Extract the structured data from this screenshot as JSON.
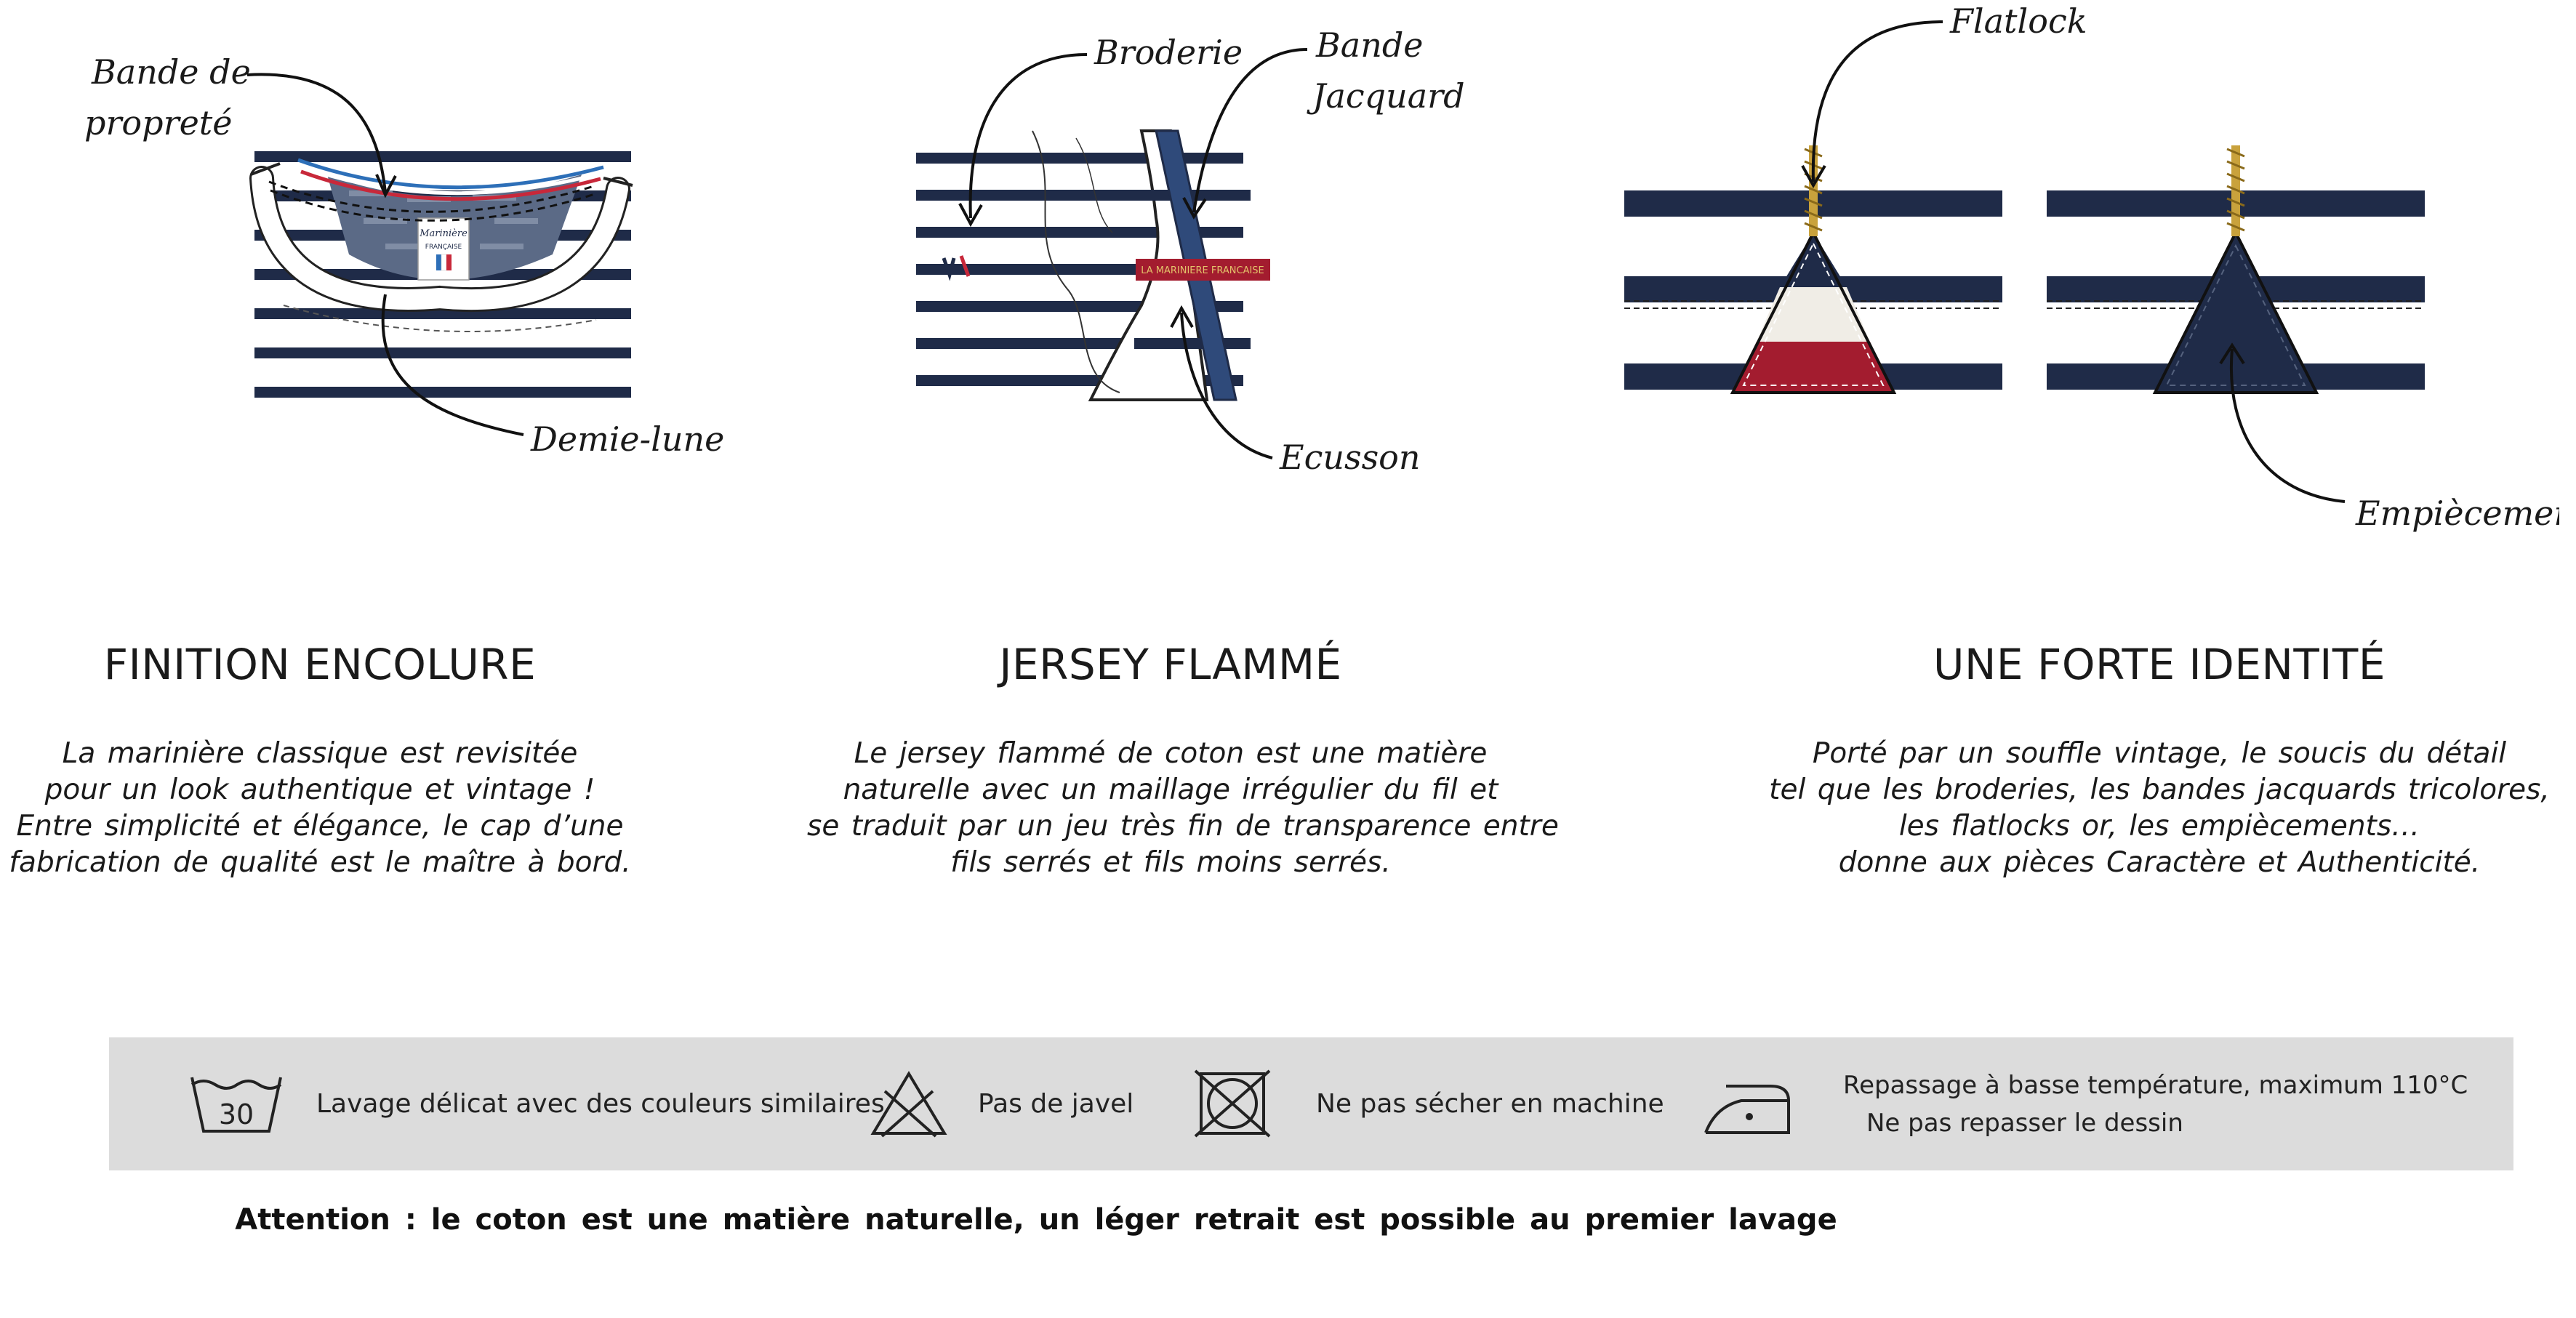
{
  "illustrations": {
    "encolure": {
      "label_1_line1": "Bande de",
      "label_1_line2": "propreté",
      "label_2": "Demie-lune",
      "tag_line1": "Marinière",
      "tag_line2": "FRANÇAISE"
    },
    "jersey": {
      "label_broderie": "Broderie",
      "label_bande_line1": "Bande",
      "label_bande_line2": "Jacquard",
      "label_ecusson": "Ecusson",
      "patch_text": "LA MARINIERE FRANCAISE"
    },
    "identite": {
      "label_flatlock": "Flatlock",
      "label_empiecements": "Empiècements"
    }
  },
  "sections": [
    {
      "title": "FINITION ENCOLURE",
      "lines": [
        "La marinière classique est revisitée",
        "pour un look authentique et vintage !",
        "Entre simplicité et élégance, le cap d’une",
        "fabrication de qualité est le maître à bord."
      ]
    },
    {
      "title": "JERSEY FLAMMÉ",
      "lines": [
        "Le jersey flammé de coton est une matière",
        "naturelle avec un maillage irrégulier du fil et",
        "se traduit par un jeu très fin de transparence entre",
        "fils serrés et fils moins serrés."
      ]
    },
    {
      "title": "UNE FORTE IDENTITÉ",
      "lines": [
        "Porté par un souffle vintage, le soucis du détail",
        "tel que les broderies, les bandes jacquards tricolores,",
        "les flatlocks or, les empiècements…",
        "donne aux pièces Caractère et Authenticité."
      ]
    }
  ],
  "care": {
    "wash_temp": "30",
    "wash_label": "Lavage délicat avec des couleurs similaires",
    "bleach_label": "Pas de javel",
    "dry_label": "Ne pas sécher en machine",
    "iron_line1": "Repassage à basse température, maximum 110°C",
    "iron_line2": "Ne pas repasser le dessin"
  },
  "notice": "Attention : le coton est une matière naturelle, un léger retrait est possible au premier lavage",
  "colors": {
    "navy": "#1f2b48",
    "red": "#a31c2f",
    "cream": "#f0ede6",
    "gold": "#c9a23c",
    "care_bg": "#dcdcdc"
  }
}
